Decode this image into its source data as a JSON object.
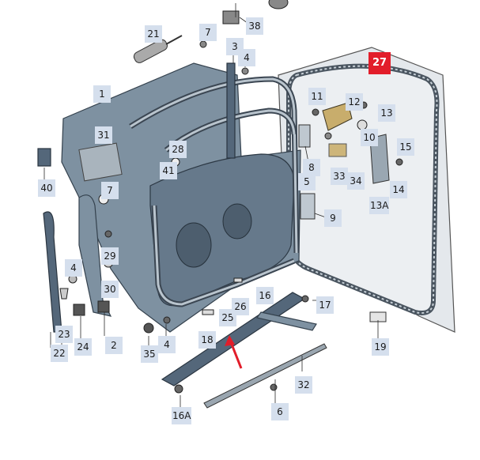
{
  "diagram": {
    "callouts": [
      "1",
      "2",
      "3",
      "4",
      "4",
      "4",
      "5",
      "6",
      "7",
      "7",
      "8",
      "9",
      "10",
      "11",
      "12",
      "13",
      "13A",
      "14",
      "15",
      "16",
      "16A",
      "17",
      "18",
      "19",
      "21",
      "22",
      "23",
      "24",
      "25",
      "26",
      "27",
      "28",
      "29",
      "30",
      "31",
      "32",
      "33",
      "34",
      "35",
      "38",
      "40",
      "41"
    ],
    "highlighted": "27",
    "accent_color": "#e21d2a",
    "label_bg_color": "#d5dfed",
    "part_color": "#7e91a1"
  }
}
